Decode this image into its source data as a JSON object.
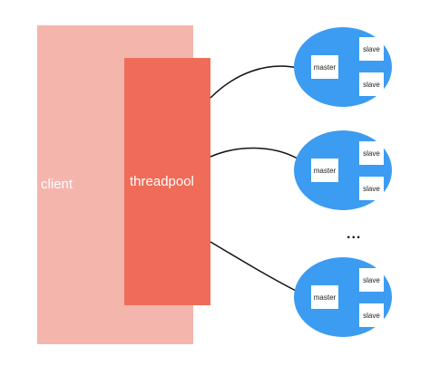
{
  "client": {
    "label": "client"
  },
  "threadpool": {
    "label": "threadpool"
  },
  "clusters": [
    {
      "master": "master",
      "slaves": [
        "slave",
        "slave"
      ]
    },
    {
      "master": "master",
      "slaves": [
        "slave",
        "slave"
      ]
    },
    {
      "master": "master",
      "slaves": [
        "slave",
        "slave"
      ]
    }
  ],
  "ellipsis": "...",
  "colors": {
    "client": "#f4b5ad",
    "threadpool": "#ef6c58",
    "cluster": "#3c9cf1",
    "node": "#ffffff",
    "line": "#111111"
  }
}
